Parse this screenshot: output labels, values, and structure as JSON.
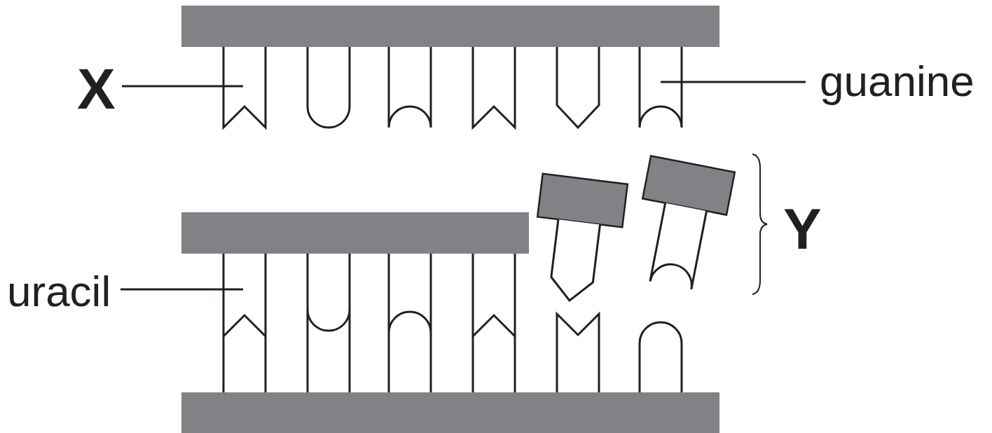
{
  "diagram": {
    "labels": [
      "X",
      "guanine",
      "uracil",
      "Y"
    ]
  }
}
